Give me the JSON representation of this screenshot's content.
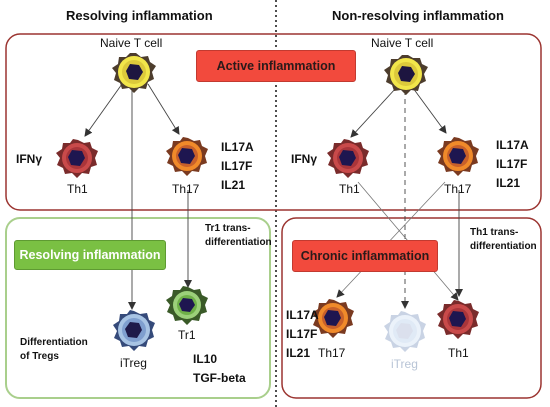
{
  "headers": {
    "left": "Resolving inflammation",
    "right": "Non-resolving inflammation"
  },
  "cells": {
    "naive_left": "Naive T cell",
    "naive_right": "Naive T cell",
    "th1_left": "Th1",
    "th17_left": "Th17",
    "th1_right": "Th1",
    "th17_right": "Th17",
    "itreg_left": "iTreg",
    "tr1": "Tr1",
    "th17_chronic": "Th17",
    "itreg_chronic": "iTreg",
    "th1_chronic": "Th1"
  },
  "labels": {
    "active_inflammation": "Active inflammation",
    "resolving_inflammation": "Resolving inflammation",
    "chronic_inflammation": "Chronic inflammation",
    "ifng_left": "IFNγ",
    "ifng_right": "IFNγ",
    "th17_cytokines_left": [
      "IL17A",
      "IL17F",
      "IL21"
    ],
    "th17_cytokines_right": [
      "IL17A",
      "IL17F",
      "IL21"
    ],
    "chronic_cytokines": [
      "IL17A",
      "IL17F",
      "IL21"
    ],
    "tr1_transdiff": [
      "Tr1 trans-",
      "differentiation"
    ],
    "th1_transdiff": [
      "Th1 trans-",
      "differentiation"
    ],
    "diff_tregs": [
      "Differentiation",
      "of Tregs"
    ],
    "tr1_cytokines": [
      "IL10",
      "TGF-beta"
    ]
  },
  "colors": {
    "red_box_border": "#9b3430",
    "green_box_border": "#a9cf8c",
    "red_pill": "#f24a3d",
    "green_pill": "#7ac043"
  }
}
